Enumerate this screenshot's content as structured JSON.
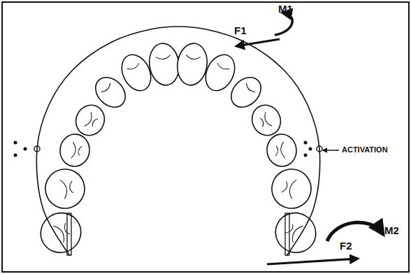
{
  "diagram": {
    "labels": [
      "M1",
      "F1",
      "ACTIVATION",
      "M2",
      "F2"
    ]
  }
}
